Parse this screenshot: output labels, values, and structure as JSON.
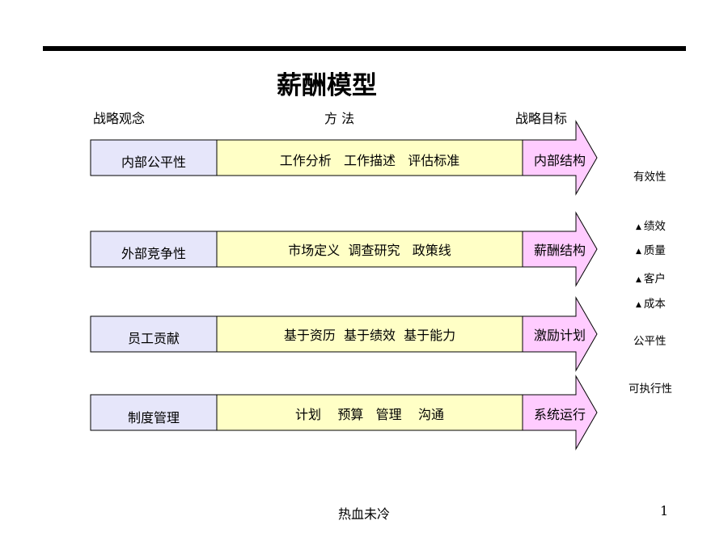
{
  "title": "薪酬模型",
  "headers": {
    "strategy_concept": "战略观念",
    "method": "方 法",
    "strategy_goal": "战略目标"
  },
  "rows": [
    {
      "concept": "内部公平性",
      "method": "工作分析   工作描述   评估标准",
      "goal": "内部结构"
    },
    {
      "concept": "外部竞争性",
      "method": "市场定义  调查研究   政策线",
      "goal": "薪酬结构"
    },
    {
      "concept": "员工贡献",
      "method": "基于资历  基于绩效  基于能力",
      "goal": "激励计划"
    },
    {
      "concept": "制度管理",
      "method": "计划    预算   管理    沟通",
      "goal": "系统运行"
    }
  ],
  "side_goals": {
    "effectiveness": "有效性",
    "items": [
      "绩效",
      "质量",
      "客户",
      "成本"
    ],
    "fairness": "公平性",
    "feasibility": "可执行性"
  },
  "colors": {
    "concept_fill": "#E6E6FA",
    "method_fill": "#FFFFC6",
    "goal_fill": "#FFCCFF",
    "stroke": "#000000"
  },
  "footer": {
    "text": "热血未冷",
    "page": "1"
  }
}
